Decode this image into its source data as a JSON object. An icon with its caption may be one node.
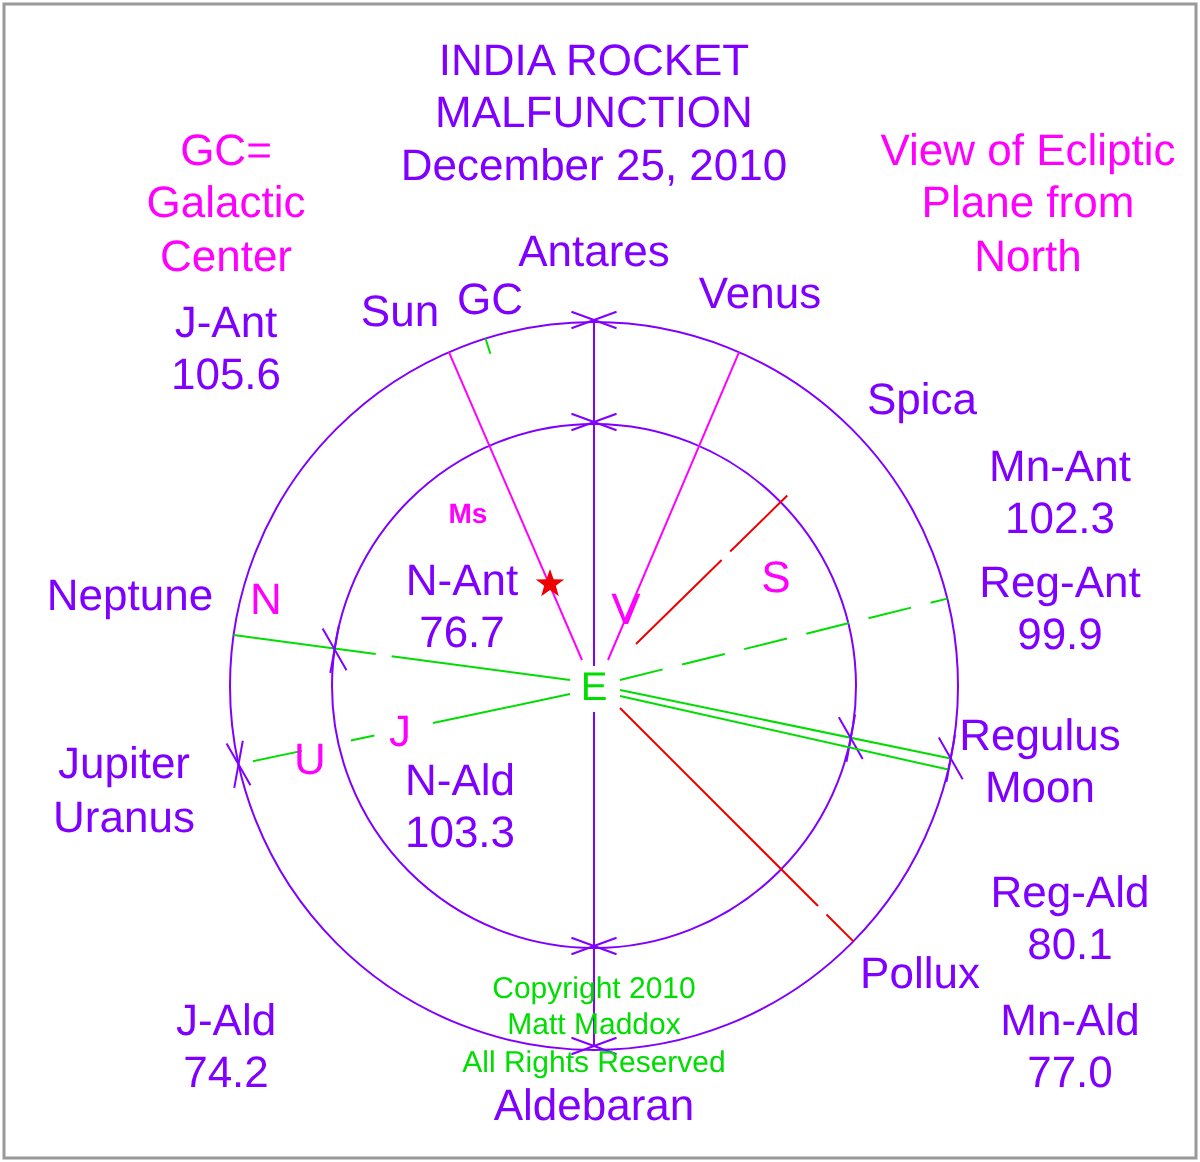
{
  "diagram": {
    "title": "INDIA ROCKET MALFUNCTION",
    "labels": [
      "December 25, 2010",
      "GC= Galactic Center",
      "View of Ecliptic Plane from North",
      "Antares",
      "Sun",
      "GC",
      "Venus",
      "J-Ant 105.6",
      "Spica",
      "Mn-Ant 102.3",
      "Reg-Ant 99.9",
      "Ms",
      "N-Ant 76.7",
      "Neptune",
      "N",
      "V",
      "S",
      "E",
      "J",
      "U",
      "Jupiter",
      "Uranus",
      "N-Ald 103.3",
      "Regulus",
      "Moon",
      "Reg-Ald 80.1",
      "Pollux",
      "J-Ald 74.2",
      "Copyright 2010",
      "Matt Maddox",
      "All Rights Reserved",
      "Mn-Ald 77.0",
      "Aldebaran"
    ]
  }
}
